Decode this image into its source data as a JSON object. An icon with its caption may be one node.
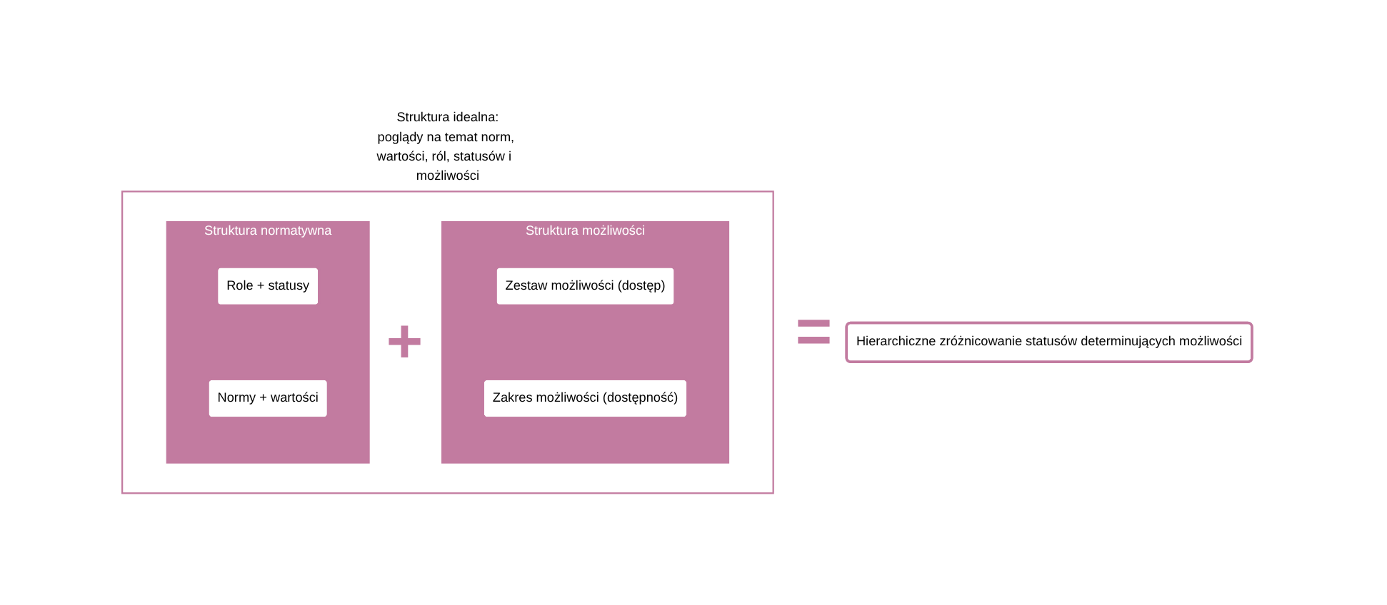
{
  "diagram": {
    "nodes": [
      {
        "text": [
          "Struktura idealna:",
          "poglądy na temat norm, wartości, ról, statusów i  możliwości"
        ]
      },
      {
        "text": [
          "Struktura normatywna"
        ],
        "in": 0
      },
      {
        "text": [
          "Role + statusy"
        ],
        "in": 1
      },
      {
        "text": [
          "Normy + wartości"
        ],
        "in": 1
      },
      {
        "text": [
          "Struktura możliwości"
        ],
        "in": 0
      },
      {
        "text": [
          "Zestaw możliwości (dostęp)"
        ],
        "in": 4
      },
      {
        "text": [
          "Zakres możliwości (dostępność)"
        ],
        "in": 4
      },
      {
        "text": [
          "Hierarchiczne zróżnicowanie statusów determinujących możliwości"
        ]
      }
    ],
    "edges": [],
    "labels": [
      "+",
      "="
    ]
  }
}
